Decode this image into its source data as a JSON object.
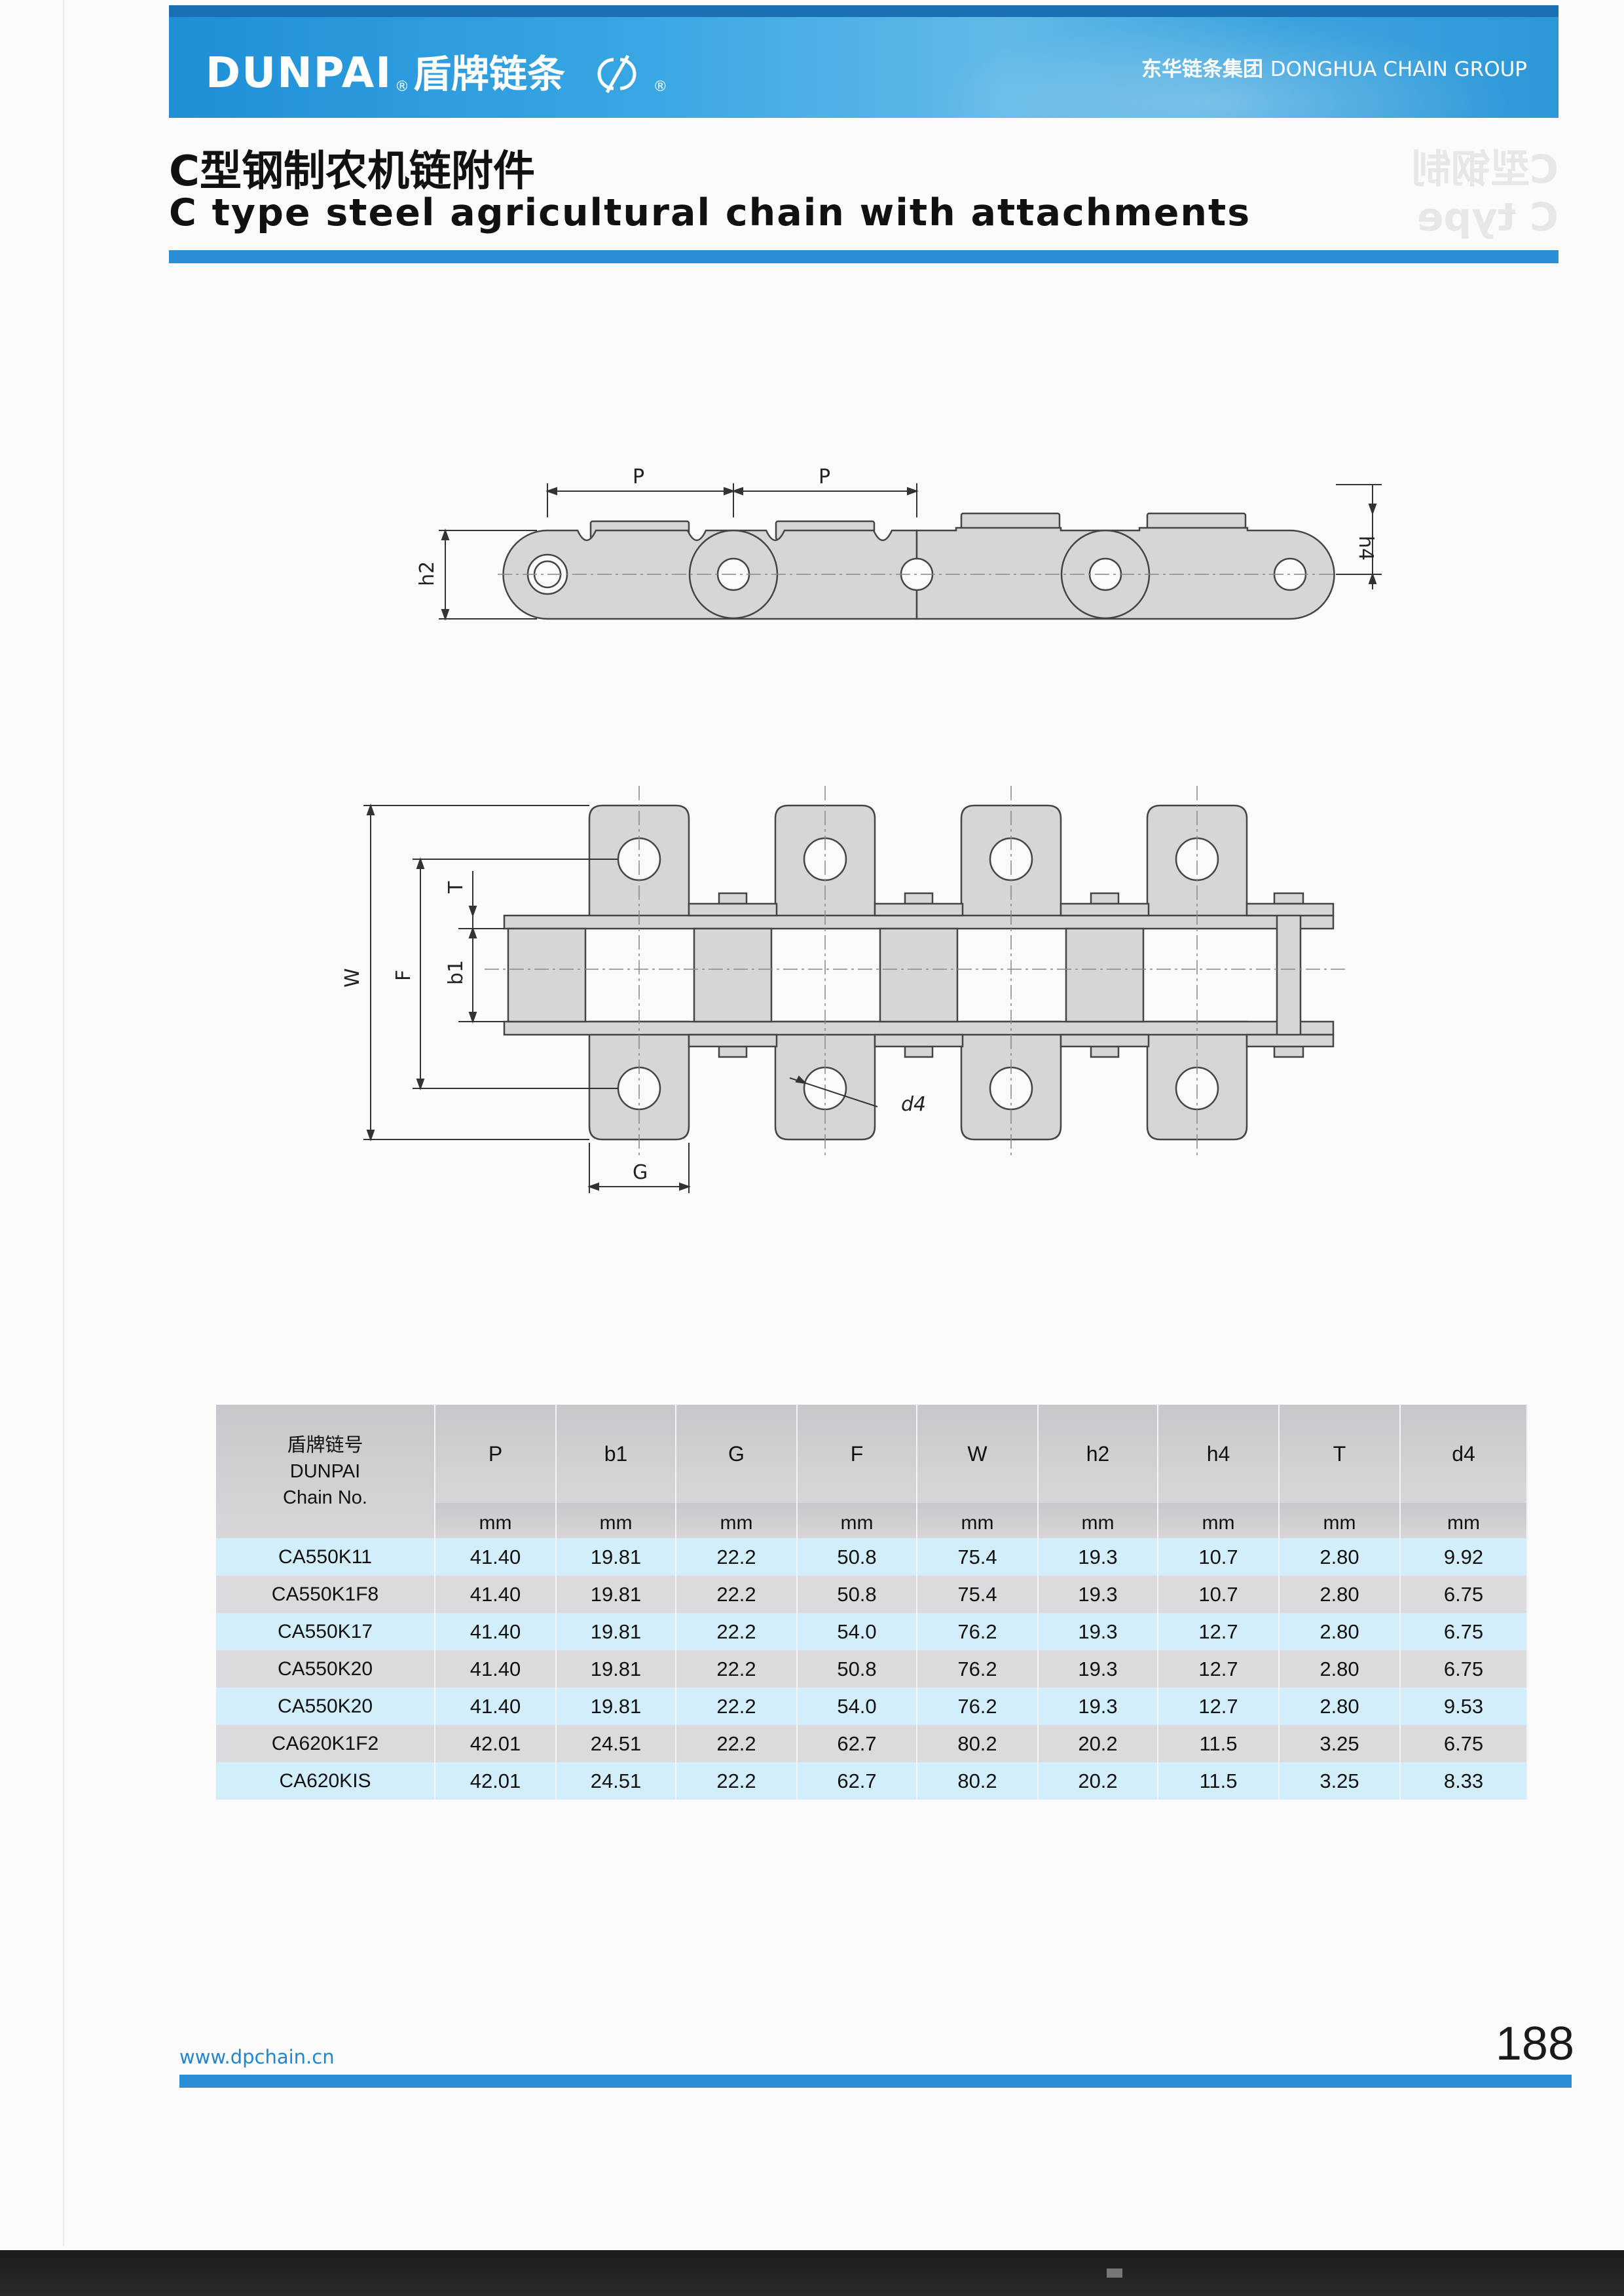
{
  "header": {
    "brand": "DUNPAI",
    "brand_reg": "®",
    "brand_cn": "盾牌链条",
    "logo_reg": "®",
    "group_cn": "东华链条集团",
    "group_en": "DONGHUA CHAIN GROUP"
  },
  "title": {
    "cn": "C型钢制农机链附件",
    "en": "C type steel agricultural chain with attachments"
  },
  "side_drawing": {
    "pitch_1": "P",
    "pitch_2": "P",
    "h2": "h2",
    "h4": "h4"
  },
  "top_drawing": {
    "W": "W",
    "F": "F",
    "T": "T",
    "b1": "b1",
    "d4": "d4",
    "G": "G"
  },
  "table": {
    "chain_header": [
      "盾牌链号",
      "DUNPAI",
      "Chain No."
    ],
    "columns": [
      "P",
      "b1",
      "G",
      "F",
      "W",
      "h2",
      "h4",
      "T",
      "d4"
    ],
    "units": [
      "mm",
      "mm",
      "mm",
      "mm",
      "mm",
      "mm",
      "mm",
      "mm",
      "mm"
    ],
    "rows": [
      [
        "CA550K11",
        "41.40",
        "19.81",
        "22.2",
        "50.8",
        "75.4",
        "19.3",
        "10.7",
        "2.80",
        "9.92"
      ],
      [
        "CA550K1F8",
        "41.40",
        "19.81",
        "22.2",
        "50.8",
        "75.4",
        "19.3",
        "10.7",
        "2.80",
        "6.75"
      ],
      [
        "CA550K17",
        "41.40",
        "19.81",
        "22.2",
        "54.0",
        "76.2",
        "19.3",
        "12.7",
        "2.80",
        "6.75"
      ],
      [
        "CA550K20",
        "41.40",
        "19.81",
        "22.2",
        "50.8",
        "76.2",
        "19.3",
        "12.7",
        "2.80",
        "6.75"
      ],
      [
        "CA550K20",
        "41.40",
        "19.81",
        "22.2",
        "54.0",
        "76.2",
        "19.3",
        "12.7",
        "2.80",
        "9.53"
      ],
      [
        "CA620K1F2",
        "42.01",
        "24.51",
        "22.2",
        "62.7",
        "80.2",
        "20.2",
        "11.5",
        "3.25",
        "6.75"
      ],
      [
        "CA620KIS",
        "42.01",
        "24.51",
        "22.2",
        "62.7",
        "80.2",
        "20.2",
        "11.5",
        "3.25",
        "8.33"
      ]
    ],
    "row_shades": [
      "light",
      "grey",
      "light",
      "grey",
      "light",
      "grey",
      "light"
    ]
  },
  "footer": {
    "website": "www.dpchain.cn",
    "page_number": "188"
  },
  "colors": {
    "accent_blue": "#2a8fd8",
    "banner_blue": "#3aa7e4",
    "row_light": "#d3eefb",
    "row_grey": "#dcdade",
    "part_fill": "#d6d6d8"
  }
}
